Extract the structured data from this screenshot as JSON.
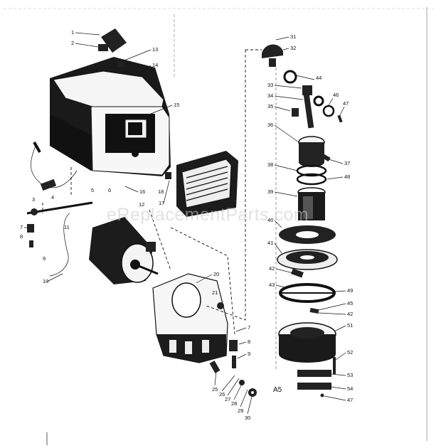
{
  "diagram": {
    "watermark": "eReplacementParts.com",
    "assembly_code": "A5",
    "callouts": [
      "1",
      "2",
      "13",
      "14",
      "15",
      "16",
      "17",
      "18",
      "3",
      "4",
      "5",
      "6",
      "7",
      "8",
      "9",
      "10",
      "11",
      "12",
      "20",
      "21",
      "7",
      "8",
      "9",
      "25",
      "26",
      "27",
      "28",
      "29",
      "30",
      "31",
      "32",
      "33",
      "34",
      "35",
      "36",
      "37",
      "38",
      "48",
      "39",
      "40",
      "41",
      "42",
      "43",
      "49",
      "45",
      "42",
      "51",
      "52",
      "53",
      "54",
      "47",
      "44",
      "46",
      "47"
    ]
  }
}
